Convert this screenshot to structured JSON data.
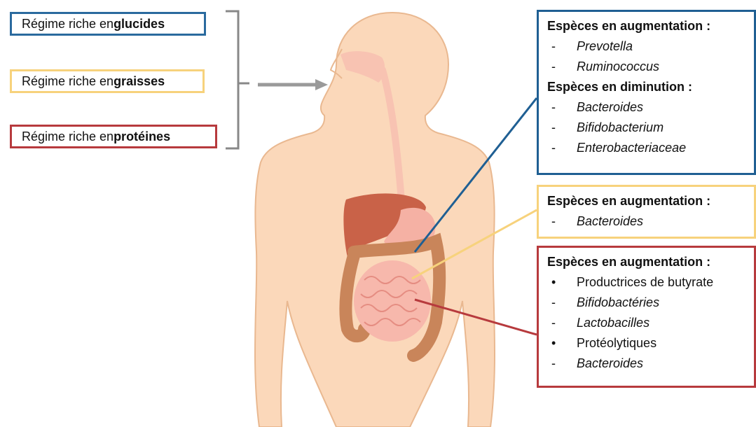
{
  "diets": [
    {
      "prefix": "Régime riche en ",
      "bold": "glucides",
      "color": "#2a6a9e"
    },
    {
      "prefix": "Régime riche en ",
      "bold": "graisses",
      "color": "#f7d27c"
    },
    {
      "prefix": "Régime riche en ",
      "bold": "protéines",
      "color": "#b73a3d"
    }
  ],
  "panels": {
    "carb": {
      "color": "#1f5f93",
      "increase_title": "Espèces en augmentation :",
      "increase": [
        {
          "marker": "-",
          "text": "Prevotella"
        },
        {
          "marker": "-",
          "text": "Ruminococcus"
        }
      ],
      "decrease_title": "Espèces en diminution :",
      "decrease": [
        {
          "marker": "-",
          "text": "Bacteroides"
        },
        {
          "marker": "-",
          "text": "Bifidobacterium"
        },
        {
          "marker": "-",
          "text": "Enterobacteriaceae"
        }
      ]
    },
    "fat": {
      "color": "#f7d27c",
      "increase_title": "Espèces en augmentation :",
      "increase": [
        {
          "marker": "-",
          "text": "Bacteroides"
        }
      ]
    },
    "prot": {
      "color": "#b73a3d",
      "increase_title": "Espèces en augmentation :",
      "increase": [
        {
          "marker": "•",
          "text": "Productrices de butyrate"
        },
        {
          "marker": "-",
          "text": "Bifidobactéries"
        },
        {
          "marker": "-",
          "text": "Lactobacilles"
        },
        {
          "marker": "•",
          "text": "Protéolytiques"
        },
        {
          "marker": "-",
          "text": "Bacteroides"
        }
      ]
    }
  },
  "colors": {
    "skin": "#fbd8ba",
    "skin_outline": "#e9b890",
    "liver": "#c96248",
    "colon": "#c9855a",
    "small_intestine": "#f7b8ac",
    "stomach": "#f5b1a4",
    "esophagus": "#f8c3b2",
    "bracket": "#888888",
    "arrow": "#9a9a9a"
  }
}
